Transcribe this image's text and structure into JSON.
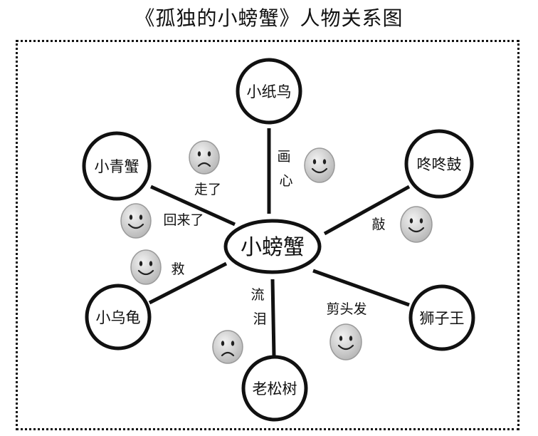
{
  "title": "《孤独的小螃蟹》人物关系图",
  "center": {
    "label": "小螃蟹"
  },
  "nodes": [
    {
      "label": "小纸鸟"
    },
    {
      "label": "小青蟹"
    },
    {
      "label": "咚咚鼓"
    },
    {
      "label": "小乌龟"
    },
    {
      "label": "狮子王"
    },
    {
      "label": "老松树"
    }
  ],
  "relations": [
    {
      "label": "画心",
      "mood": "happy"
    },
    {
      "label": "走了",
      "mood": "sad"
    },
    {
      "label": "回来了",
      "mood": "happy"
    },
    {
      "label": "敲",
      "mood": "happy"
    },
    {
      "label": "救",
      "mood": "happy"
    },
    {
      "label": "剪头发",
      "mood": "happy"
    },
    {
      "label": "流泪",
      "mood": "sad"
    }
  ],
  "colors": {
    "line": "#111111",
    "face_fill": "#d6d6d6",
    "face_stroke": "#9a9a9a",
    "face_feature": "#222222"
  }
}
